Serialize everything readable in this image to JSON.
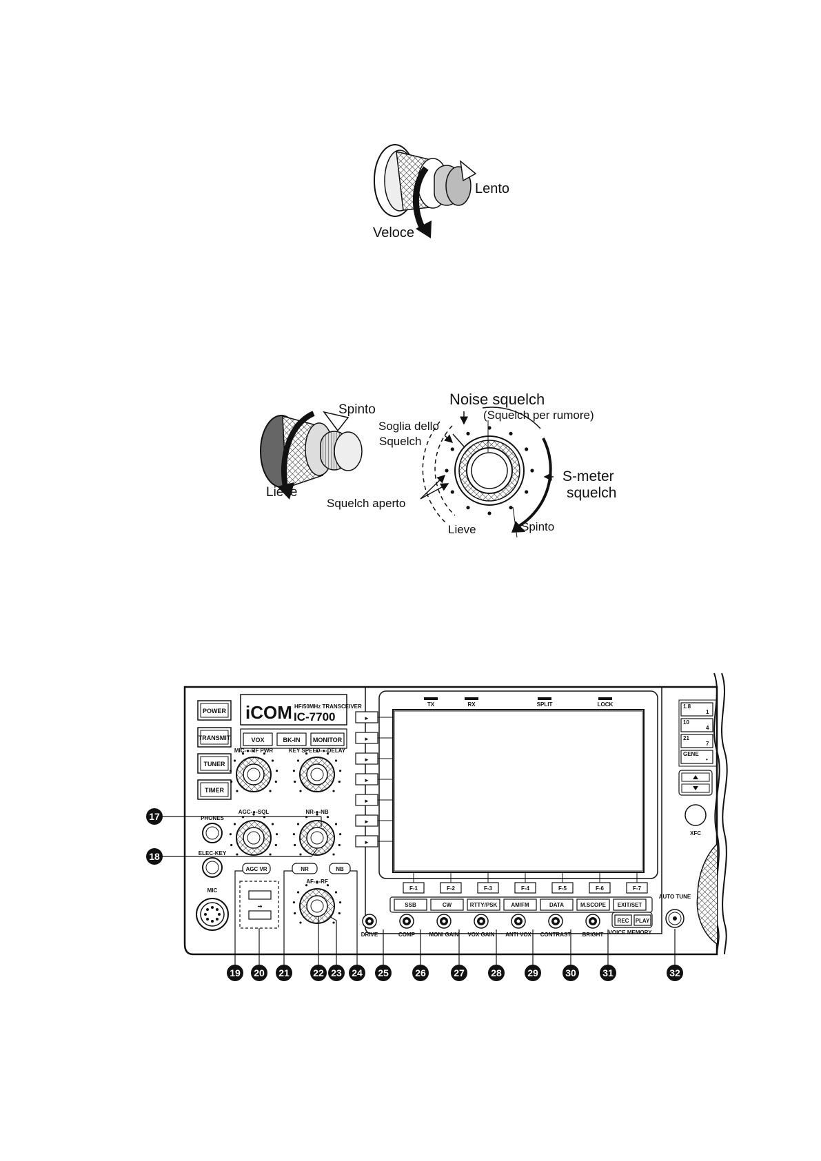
{
  "fig1": {
    "slow_label": "Lento",
    "fast_label": "Veloce"
  },
  "fig2": {
    "pushed_label": "Spinto",
    "light_label": "Lieve",
    "noise_squelch": "Noise squelch",
    "noise_squelch_sub": "(Squelch per rumore)",
    "threshold_line1": "Soglia dello",
    "threshold_line2": "Squelch",
    "squelch_open": "Squelch aperto",
    "smeter_line1": "S-meter",
    "smeter_line2": "squelch",
    "light_label2": "Lieve",
    "pushed_label2": "Spinto"
  },
  "panel": {
    "brand": "iCOM",
    "model_sub": "HF/50MHz TRANSCEIVER",
    "model": "IC-7700",
    "left_buttons": [
      "POWER",
      "TRANSMIT",
      "TUNER",
      "TIMER"
    ],
    "top_buttons": [
      "VOX",
      "BK-IN",
      "MONITOR"
    ],
    "knob_labels": {
      "mic_rf": "MIC-●-RF PWR",
      "key_delay": "KEY SPEED-●-DELAY",
      "agc_sql": "AGC-●-SQL",
      "nr_nb": "NR-●-NB",
      "af_rf": "AF-●-RF"
    },
    "jack_labels": {
      "phones": "PHONES",
      "elec_key": "ELEC-KEY",
      "mic": "MIC"
    },
    "small_buttons": [
      "AGC VR",
      "NR",
      "NB"
    ],
    "indicators": [
      "TX",
      "RX",
      "SPLIT",
      "LOCK"
    ],
    "side_arrow": "►",
    "func_buttons": [
      "F-1",
      "F-2",
      "F-3",
      "F-4",
      "F-5",
      "F-6",
      "F-7"
    ],
    "mode_buttons": [
      "SSB",
      "CW",
      "RTTY/PSK",
      "AM/FM",
      "DATA",
      "M.SCOPE",
      "EXIT/SET"
    ],
    "pots": [
      "DRIVE",
      "COMP",
      "MONI GAIN",
      "VOX GAIN",
      "ANTI VOX",
      "CONTRAST",
      "BRIGHT"
    ],
    "voice_buttons": [
      "REC",
      "PLAY"
    ],
    "voice_label": "VOICE MEMORY",
    "auto_tune": "AUTO TUNE",
    "bands": [
      {
        "top": "1.8",
        "bot": "1"
      },
      {
        "top": "10",
        "bot": "4"
      },
      {
        "top": "21",
        "bot": "7"
      },
      {
        "top": "GENE",
        "bot": "•"
      }
    ],
    "xfc": "XFC",
    "callouts": [
      "17",
      "18",
      "19",
      "20",
      "21",
      "22",
      "23",
      "24",
      "25",
      "26",
      "27",
      "28",
      "29",
      "30",
      "31",
      "32"
    ]
  }
}
